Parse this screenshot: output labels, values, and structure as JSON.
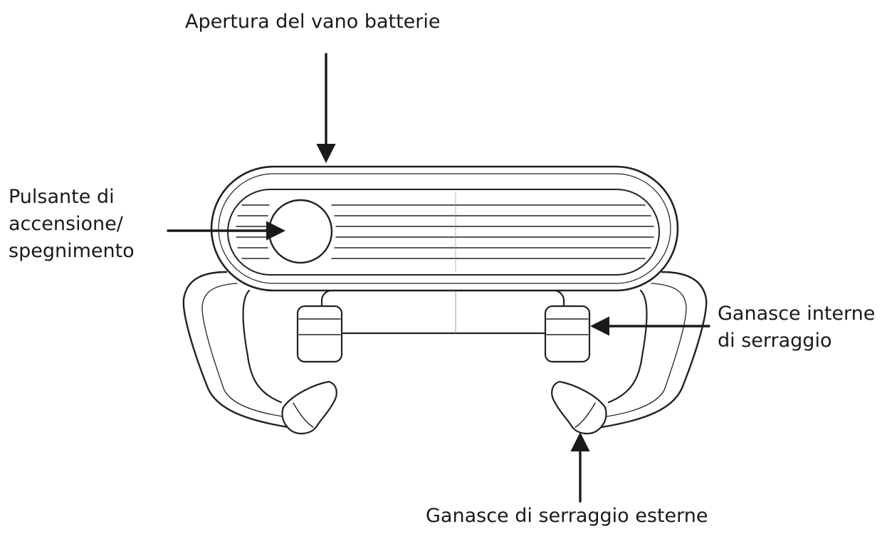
{
  "labels": {
    "battery_compartment": "Apertura del vano batterie",
    "power_button": [
      "Pulsante di",
      "accensione/",
      "spegnimento"
    ],
    "inner_jaws": [
      "Ganasce interne",
      "di serraggio"
    ],
    "outer_jaws": "Ganasce di serraggio esterne"
  },
  "colors": {
    "line": "#1a1a1a",
    "fill": "#ffffff"
  }
}
